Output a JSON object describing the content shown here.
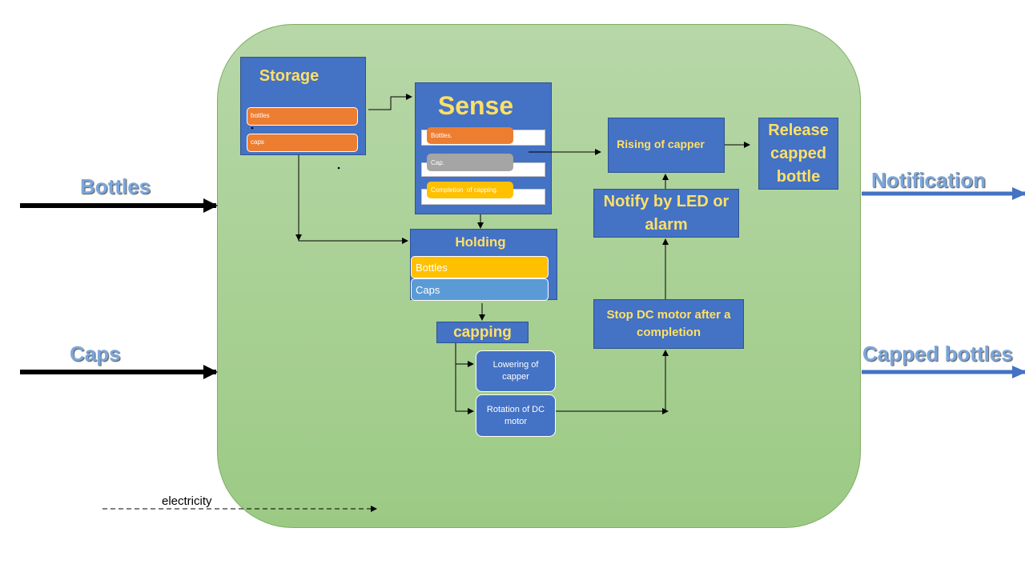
{
  "inputs": {
    "bottles": "Bottles",
    "caps": "Caps"
  },
  "outputs": {
    "notification": "Notification",
    "capped_bottles": "Capped bottles"
  },
  "electricity": "electricity",
  "storage": {
    "title": "Storage",
    "items": [
      "bottles",
      "caps"
    ]
  },
  "sense": {
    "title": "Sense",
    "items": [
      "Bottles.",
      "Cap.",
      "Completion  of capping."
    ]
  },
  "holding": {
    "title": "Holding",
    "items": [
      "Bottles",
      "Caps"
    ]
  },
  "capping": {
    "title": "capping",
    "steps": [
      "Lowering of capper",
      "Rotation of DC motor"
    ]
  },
  "stop_motor": "Stop DC motor after a completion",
  "notify": "Notify by LED or alarm",
  "rising": "Rising of capper",
  "release": "Release capped bottle",
  "colors": {
    "system_bg": "#a9d18e",
    "block_blue": "#4472c4",
    "title_yellow": "#ffe066",
    "orange": "#ed7d31",
    "gray": "#a5a5a5",
    "gold": "#ffc000",
    "light_blue": "#5b9bd5",
    "output_arrow": "#4472c4"
  }
}
